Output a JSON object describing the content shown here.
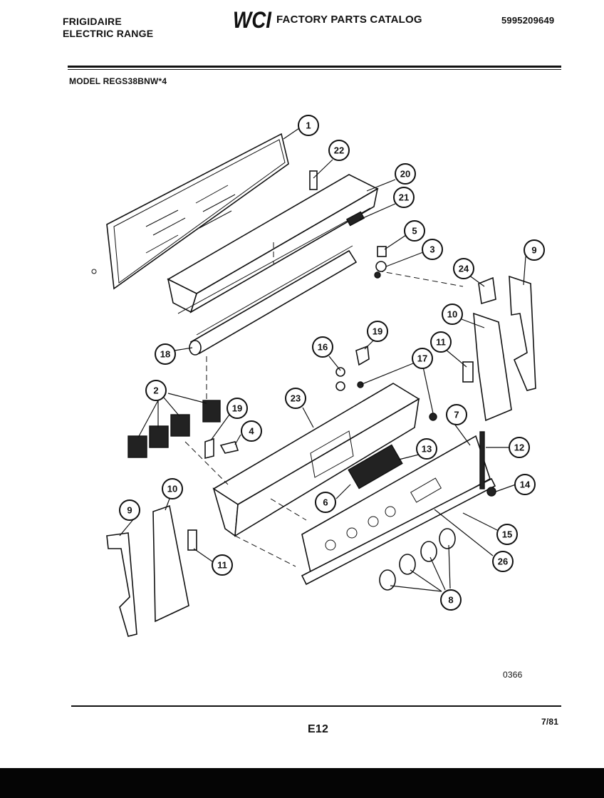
{
  "header": {
    "brand_line1": "FRIGIDAIRE",
    "brand_line2": "ELECTRIC RANGE",
    "logo_text": "WCI",
    "catalog_title": "FACTORY PARTS CATALOG",
    "part_number": "5995209649",
    "model": "MODEL REGS38BNW*4"
  },
  "callouts": [
    "1",
    "22",
    "20",
    "21",
    "5",
    "3",
    "24",
    "9",
    "10",
    "11",
    "19",
    "16",
    "17",
    "18",
    "2",
    "19",
    "4",
    "23",
    "7",
    "13",
    "12",
    "6",
    "14",
    "15",
    "26",
    "8",
    "10",
    "9",
    "11"
  ],
  "footer": {
    "figure_code": "0366",
    "page_code": "E12",
    "date": "7/81"
  },
  "colors": {
    "ink": "#111111",
    "paper": "#ffffff",
    "scan_bar": "#050505"
  }
}
